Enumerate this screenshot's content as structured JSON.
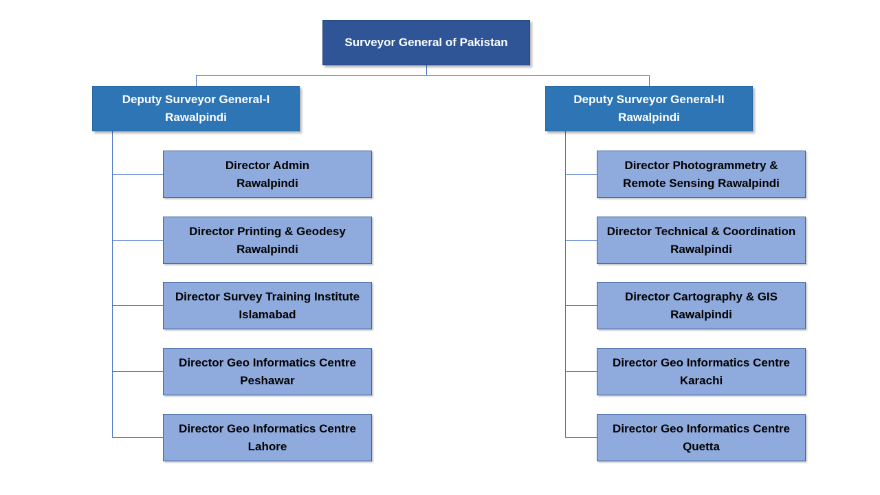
{
  "colors": {
    "top_fill": "#2f5597",
    "deputy_fill": "#2e75b6",
    "director_fill": "#8faadc",
    "connector": "#4472c4"
  },
  "top": {
    "lines": [
      "Surveyor General of Pakistan"
    ]
  },
  "left": {
    "deputy": {
      "lines": [
        "Deputy Surveyor General-I",
        "Rawalpindi"
      ]
    },
    "directors": [
      {
        "lines": [
          "Director Admin",
          "Rawalpindi"
        ]
      },
      {
        "lines": [
          "Director Printing & Geodesy",
          "Rawalpindi"
        ]
      },
      {
        "lines": [
          "Director Survey Training Institute",
          "Islamabad"
        ]
      },
      {
        "lines": [
          "Director Geo Informatics Centre",
          "Peshawar"
        ]
      },
      {
        "lines": [
          "Director Geo Informatics Centre",
          "Lahore"
        ]
      }
    ]
  },
  "right": {
    "deputy": {
      "lines": [
        "Deputy Surveyor General-II",
        "Rawalpindi"
      ]
    },
    "directors": [
      {
        "lines": [
          "Director Photogrammetry &",
          "Remote Sensing Rawalpindi"
        ]
      },
      {
        "lines": [
          "Director Technical & Coordination",
          "Rawalpindi"
        ]
      },
      {
        "lines": [
          "Director Cartography & GIS",
          "Rawalpindi"
        ]
      },
      {
        "lines": [
          "Director Geo Informatics Centre",
          "Karachi"
        ]
      },
      {
        "lines": [
          "Director Geo Informatics Centre",
          "Quetta"
        ]
      }
    ]
  }
}
